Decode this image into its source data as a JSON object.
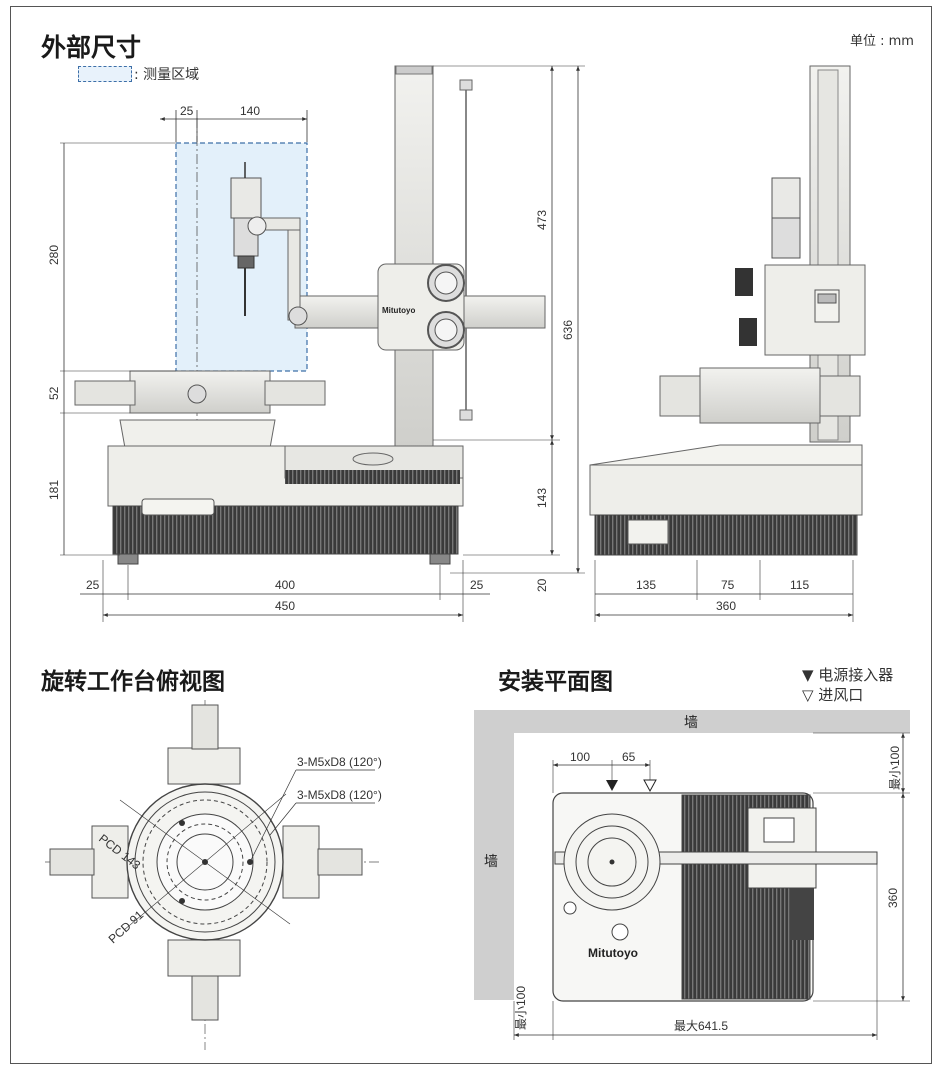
{
  "page": {
    "title": "外部尺寸",
    "unit_label": "单位 : mm",
    "legend_label": ": 测量区域"
  },
  "front_view": {
    "dims": {
      "top_offset": "25",
      "top_reach": "140",
      "height_280": "280",
      "height_52": "52",
      "height_181": "181",
      "column_473": "473",
      "total_636": "636",
      "base_143": "143",
      "foot_20": "20",
      "left_25": "25",
      "mid_400": "400",
      "right_25": "25",
      "width_450": "450"
    },
    "brand": "Mitutoyo"
  },
  "side_view": {
    "dims": {
      "d135": "135",
      "d75": "75",
      "d115": "115",
      "d360": "360"
    }
  },
  "rotary_table": {
    "title": "旋转工作台俯视图",
    "labels": {
      "hole_a": "3-M5xD8 (120°)",
      "hole_b": "3-M5xD8 (120°)",
      "pcd_143": "PCD 143",
      "pcd_91": "PCD 91"
    }
  },
  "installation": {
    "title": "安装平面图",
    "legend_power": "▼ 电源接入器",
    "legend_air": "▽ 进风口",
    "wall_top": "墙",
    "wall_left": "墙",
    "dims": {
      "d100": "100",
      "d65": "65",
      "min_top": "最小100",
      "depth_360": "360",
      "min_left": "最小100",
      "max_width": "最大641.5"
    },
    "brand": "Mitutoyo"
  }
}
